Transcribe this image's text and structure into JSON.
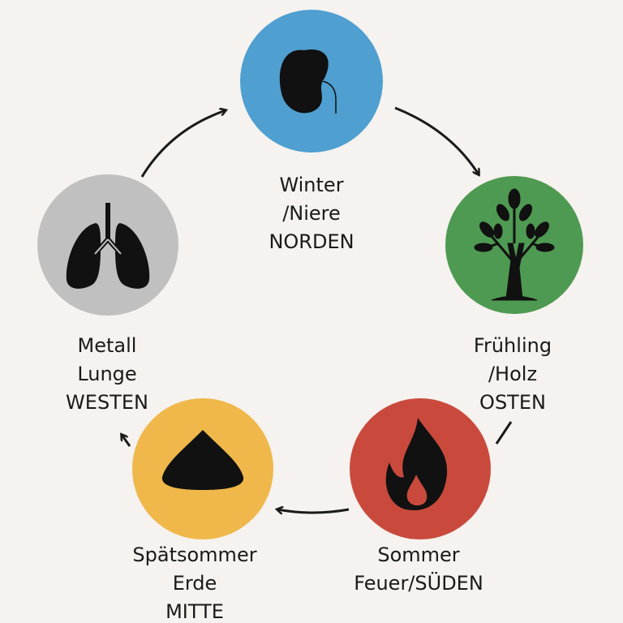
{
  "title": "Five elements cycle",
  "nodes": [
    {
      "id": "north",
      "lines": [
        "Winter",
        "/Niere",
        "NORDEN"
      ],
      "icon": "kidney-icon",
      "color": "#4f9fd0"
    },
    {
      "id": "east",
      "lines": [
        "Frühling",
        "/Holz",
        "OSTEN"
      ],
      "icon": "tree-icon",
      "color": "#4f9a52"
    },
    {
      "id": "south",
      "lines": [
        "Sommer",
        "Feuer/SÜDEN"
      ],
      "icon": "fire-icon",
      "color": "#c94a3c"
    },
    {
      "id": "center",
      "lines": [
        "Spätsommer",
        "Erde",
        "MITTE"
      ],
      "icon": "mound-icon",
      "color": "#f0b84a"
    },
    {
      "id": "west",
      "lines": [
        "Metall",
        "Lunge",
        "WESTEN"
      ],
      "icon": "lungs-icon",
      "color": "#c0c0c0"
    }
  ]
}
